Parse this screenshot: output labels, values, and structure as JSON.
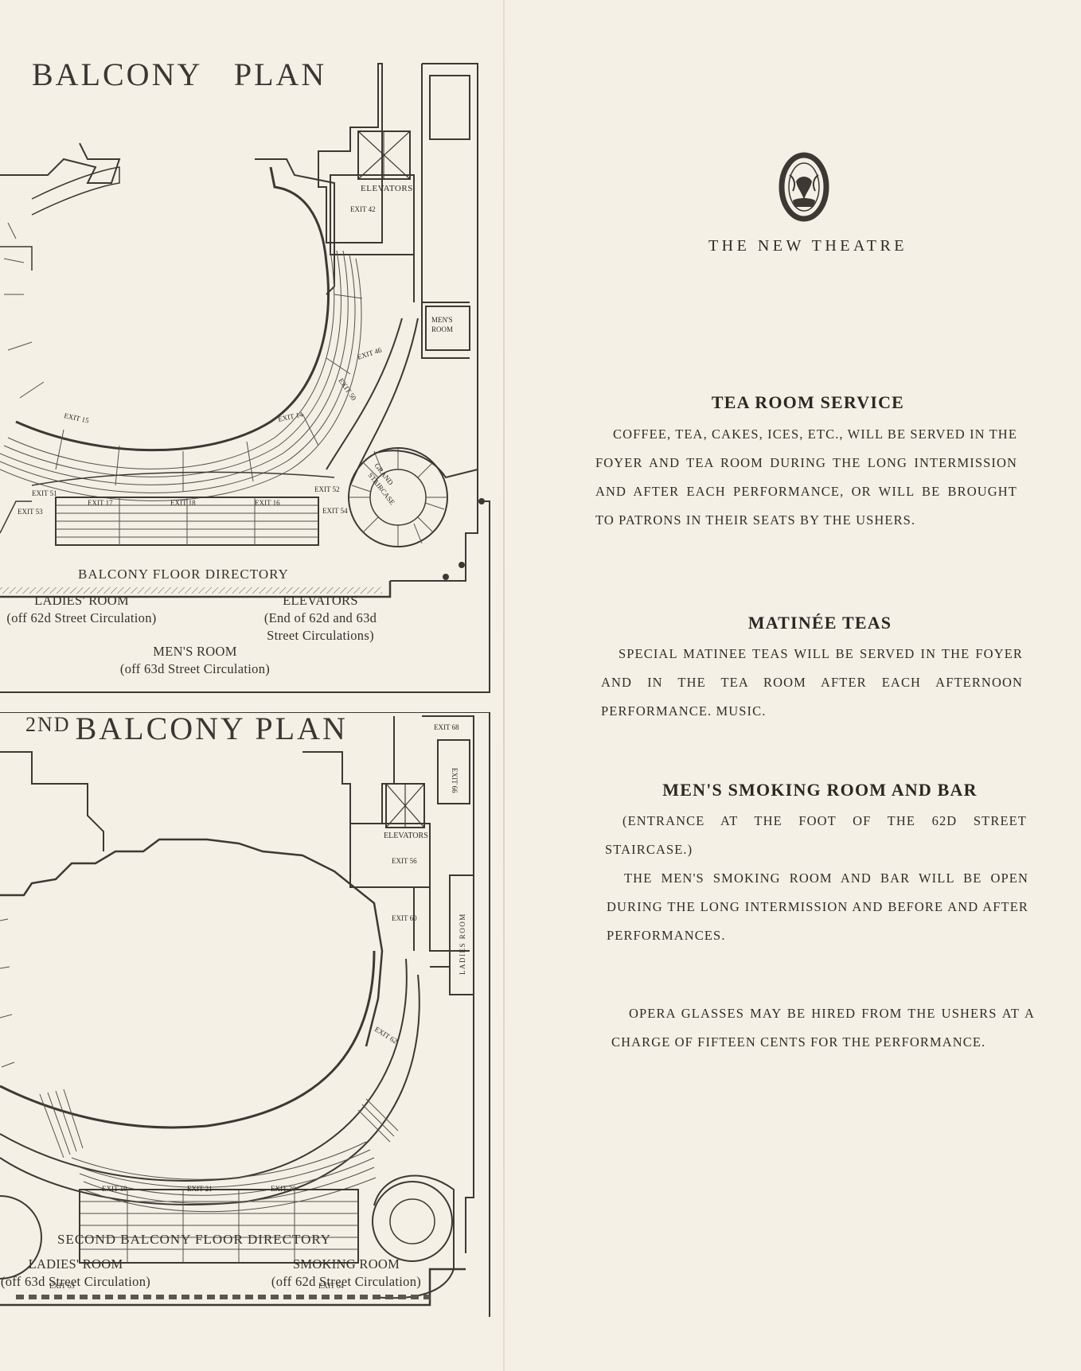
{
  "left_panel": {
    "balcony_plan": {
      "title": "BALCONY PLAN",
      "labels": {
        "elevators": "ELEVATORS",
        "exit_42": "EXIT 42",
        "mens_room_1": "MEN'S",
        "mens_room_2": "ROOM",
        "exit_46": "EXIT 46",
        "exit_50": "EXIT 50",
        "grand_staircase_1": "GRAND",
        "grand_staircase_2": "STAIRCASE",
        "exit_15": "EXIT 15",
        "exit_14": "EXIT 14",
        "exit_51": "EXIT 51",
        "exit_17": "EXIT 17",
        "exit_18": "EXIT 18",
        "exit_16": "EXIT 16",
        "exit_52": "EXIT 52",
        "exit_53": "EXIT 53",
        "exit_54": "EXIT 54"
      },
      "directory": {
        "heading": "BALCONY FLOOR DIRECTORY",
        "ladies_room": "LADIES' ROOM",
        "ladies_room_loc": "(off 62d Street Circulation)",
        "elevators": "ELEVATORS",
        "elevators_loc_1": "(End of 62d and 63d",
        "elevators_loc_2": "Street Circulations)",
        "mens_room": "MEN'S ROOM",
        "mens_room_loc": "(off 63d Street Circulation)"
      }
    },
    "second_balcony_plan": {
      "title_ordinal": "2ND",
      "title_text": "BALCONY PLAN",
      "labels": {
        "exit_68": "EXIT 68",
        "exit_66": "EXIT 66",
        "elevators": "ELEVATORS",
        "exit_56": "EXIT 56",
        "exit_60": "EXIT 60",
        "ladies_room": "LADIES ROOM",
        "exit_62": "EXIT 62",
        "exit_19": "EXIT 19",
        "exit_21": "EXIT 21",
        "exit_20": "EXIT 20",
        "exit_63": "EXIT 63",
        "exit_64": "EXIT 64"
      },
      "directory": {
        "heading": "SECOND BALCONY FLOOR DIRECTORY",
        "ladies_room": "LADIES' ROOM",
        "ladies_room_loc": "(off 63d Street Circulation)",
        "smoking_room": "SMOKING ROOM",
        "smoking_room_loc": "(off 62d Street Circulation)"
      }
    }
  },
  "right_panel": {
    "logo_icon": "theatre-monogram-icon",
    "theatre_name": "THE NEW THEATRE",
    "sections": [
      {
        "heading": "TEA ROOM SERVICE",
        "body": "COFFEE, TEA, CAKES, ICES, ETC., WILL BE SERVED IN THE FOYER AND TEA ROOM DURING THE LONG INTERMISSION AND AFTER EACH PERFORMANCE, OR WILL BE BROUGHT TO PATRONS IN THEIR SEATS BY THE USHERS."
      },
      {
        "heading": "MATINÉE TEAS",
        "body": "SPECIAL MATINEE TEAS WILL BE SERVED IN THE FOYER AND IN THE TEA ROOM AFTER EACH AFTERNOON PERFORMANCE.   MUSIC."
      },
      {
        "heading": "MEN'S SMOKING ROOM AND BAR",
        "note": "(ENTRANCE AT THE FOOT OF THE 62D STREET STAIRCASE.)",
        "body": "THE MEN'S SMOKING ROOM AND BAR WILL BE OPEN DURING THE LONG INTERMISSION AND BEFORE AND AFTER PERFORMANCES."
      },
      {
        "body": "OPERA GLASSES MAY BE HIRED FROM THE USHERS AT A CHARGE OF FIFTEEN CENTS FOR THE PERFORMANCE."
      }
    ]
  },
  "colors": {
    "paper": "#f4f0e6",
    "ink": "#2e2b27",
    "line": "#3c3934"
  }
}
